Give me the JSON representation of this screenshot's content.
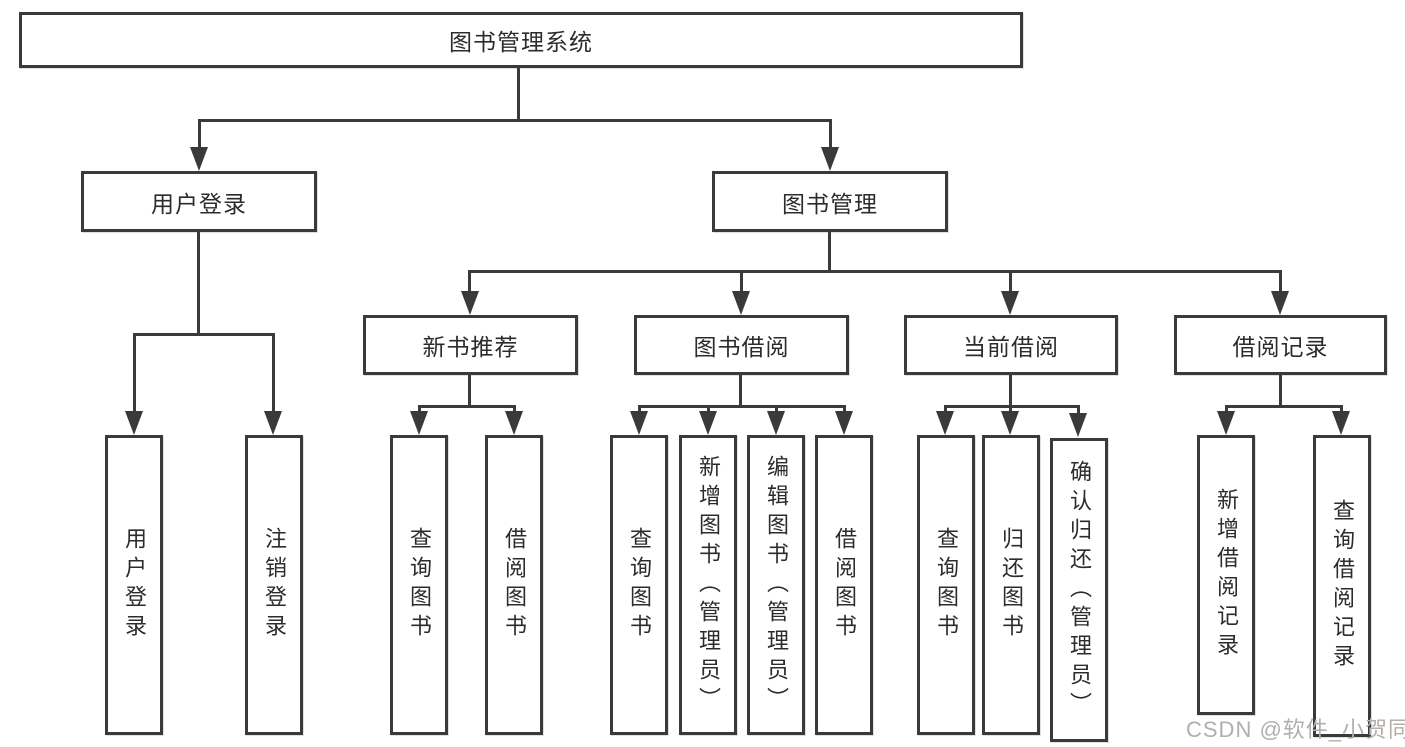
{
  "colors": {
    "line": "#3a3a3a",
    "box_bg": "#ffffff",
    "text": "#2c2c2c",
    "watermark": "#b2aeab",
    "background": "#ffffff"
  },
  "tree": {
    "label": "图书管理系统",
    "children": [
      {
        "label": "用户登录",
        "children": [
          {
            "label": "用户登录"
          },
          {
            "label": "注销登录"
          }
        ]
      },
      {
        "label": "图书管理",
        "children": [
          {
            "label": "新书推荐",
            "children": [
              {
                "label": "查询图书"
              },
              {
                "label": "借阅图书"
              }
            ]
          },
          {
            "label": "图书借阅",
            "children": [
              {
                "label": "查询图书"
              },
              {
                "label": "新增图书（管理员）"
              },
              {
                "label": "编辑图书（管理员）"
              },
              {
                "label": "借阅图书"
              }
            ]
          },
          {
            "label": "当前借阅",
            "children": [
              {
                "label": "查询图书"
              },
              {
                "label": "归还图书"
              },
              {
                "label": "确认归还（管理员）"
              }
            ]
          },
          {
            "label": "借阅记录",
            "children": [
              {
                "label": "新增借阅记录"
              },
              {
                "label": "查询借阅记录"
              }
            ]
          }
        ]
      }
    ]
  },
  "watermark": {
    "text": "CSDN @软件_小贺同学"
  }
}
